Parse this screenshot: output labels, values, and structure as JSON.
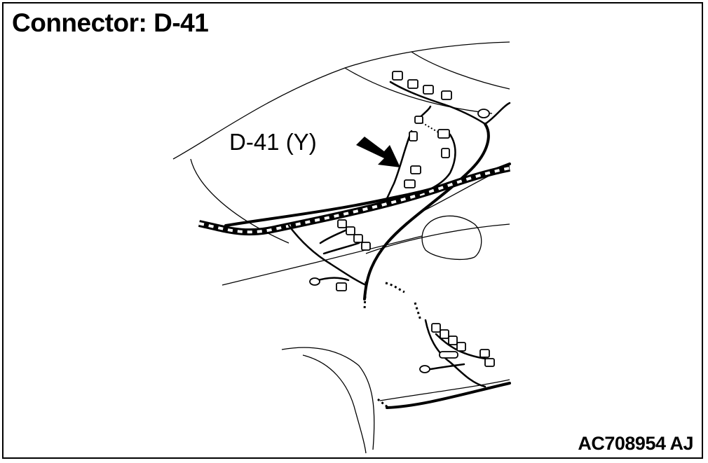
{
  "title": "Connector: D-41",
  "callout": {
    "label": "D-41 (Y)"
  },
  "figure_code": "AC708954 AJ",
  "colors": {
    "line": "#000000",
    "background": "#ffffff"
  }
}
